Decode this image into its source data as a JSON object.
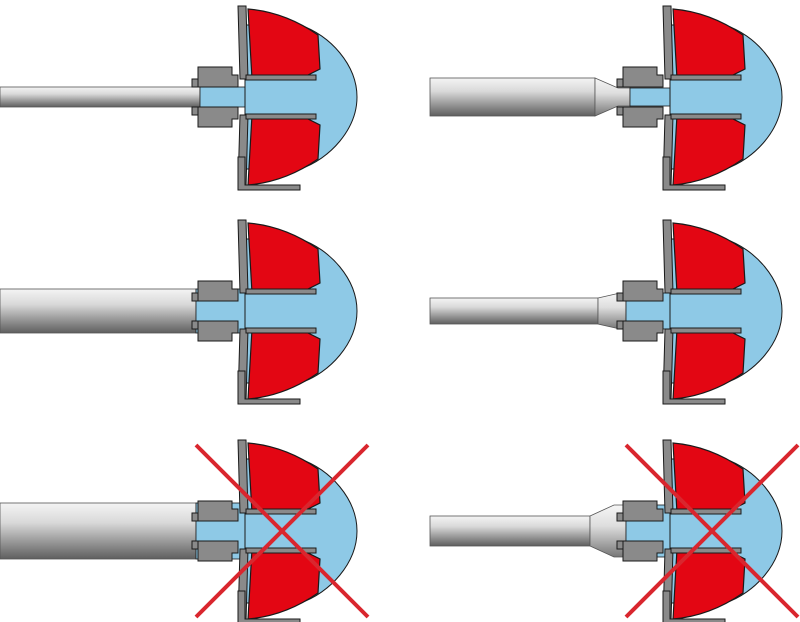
{
  "colors": {
    "background": "#ffffff",
    "impeller": "#e30613",
    "hub": "#8ec9e6",
    "casing": "#8a8a8a",
    "outline": "#1a1a1a",
    "cross": "#d9262e"
  },
  "panels": [
    {
      "variant": "thin-shaft-fitted",
      "crossed": false
    },
    {
      "variant": "thick-shaft-reduced",
      "crossed": false
    },
    {
      "variant": "wide-shaft-fitted",
      "crossed": false
    },
    {
      "variant": "mid-shaft-tapered",
      "crossed": false
    },
    {
      "variant": "oversize-shaft",
      "crossed": true
    },
    {
      "variant": "short-taper-oversize",
      "crossed": true
    }
  ]
}
